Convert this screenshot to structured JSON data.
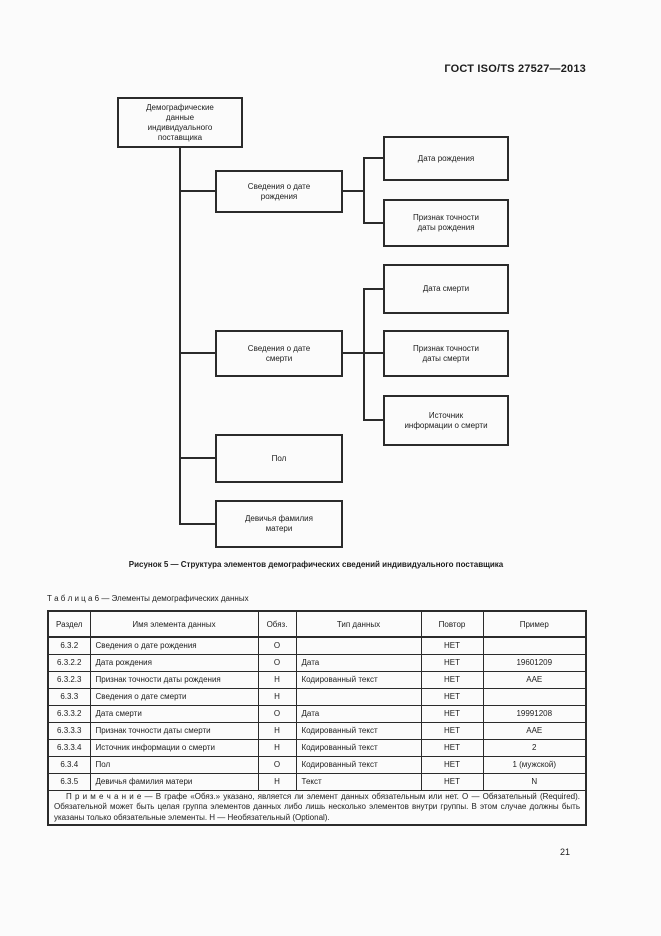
{
  "page": {
    "header": "ГОСТ ISO/TS 27527—2013",
    "page_number": "21"
  },
  "figure": {
    "caption": "Рисунок 5 — Структура элементов демографических сведений индивидуального поставщика",
    "nodes": {
      "root": "Демографические\nданные\nиндивидуального\nпоставщика",
      "birth_group": "Сведения о дате\nрождения",
      "birth_date": "Дата рождения",
      "birth_accuracy": "Признак точности\nдаты рождения",
      "death_group": "Сведения о дате\nсмерти",
      "death_date": "Дата смерти",
      "death_accuracy": "Признак точности\nдаты смерти",
      "death_source": "Источник\nинформации о смерти",
      "sex": "Пол",
      "maiden_name": "Девичья фамилия\nматери"
    }
  },
  "table": {
    "title": "Т а б л и ц а  6 — Элементы демографических данных",
    "columns": [
      "Раздел",
      "Имя элемента данных",
      "Обяз.",
      "Тип данных",
      "Повтор",
      "Пример"
    ],
    "rows": [
      [
        "6.3.2",
        "Сведения о дате рождения",
        "О",
        "",
        "НЕТ",
        ""
      ],
      [
        "6.3.2.2",
        "Дата рождения",
        "О",
        "Дата",
        "НЕТ",
        "19601209"
      ],
      [
        "6.3.2.3",
        "Признак точности даты рождения",
        "Н",
        "Кодированный текст",
        "НЕТ",
        "ААЕ"
      ],
      [
        "6.3.3",
        "Сведения о дате смерти",
        "Н",
        "",
        "НЕТ",
        ""
      ],
      [
        "6.3.3.2",
        "Дата смерти",
        "О",
        "Дата",
        "НЕТ",
        "19991208"
      ],
      [
        "6.3.3.3",
        "Признак точности даты смерти",
        "Н",
        "Кодированный текст",
        "НЕТ",
        "ААЕ"
      ],
      [
        "6.3.3.4",
        "Источник информации о смерти",
        "Н",
        "Кодированный текст",
        "НЕТ",
        "2"
      ],
      [
        "6.3.4",
        "Пол",
        "О",
        "Кодированный текст",
        "НЕТ",
        "1 (мужской)"
      ],
      [
        "6.3.5",
        "Девичья фамилия матери",
        "Н",
        "Текст",
        "НЕТ",
        "N"
      ]
    ],
    "note": "П р и м е ч а н и е — В графе «Обяз.» указано, является ли элемент данных обязательным или нет. О — Обязательный (Required). Обязательной может быть целая группа элементов данных либо лишь несколько элементов внутри группы. В этом случае должны быть указаны только обязательные элементы. Н — Необязательный (Optional)."
  }
}
